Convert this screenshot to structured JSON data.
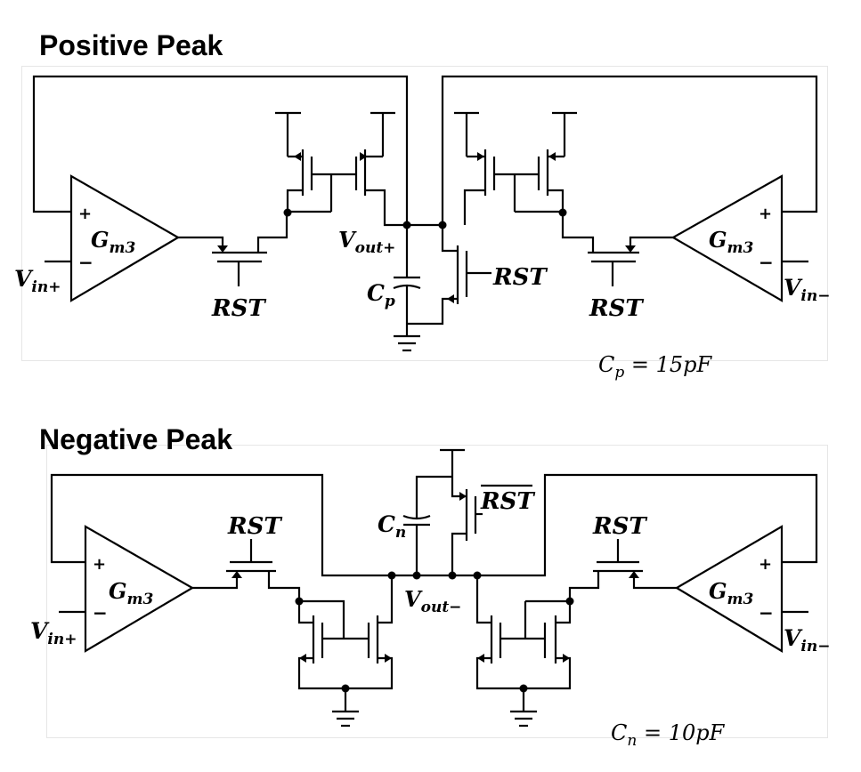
{
  "positive": {
    "title": "Positive Peak",
    "amp_left": {
      "label": "G",
      "sub": "m3",
      "plus": "+",
      "minus": "−"
    },
    "amp_right": {
      "label": "G",
      "sub": "m3",
      "plus": "+",
      "minus": "−"
    },
    "vin_plus": {
      "main": "V",
      "sub": "in+"
    },
    "vin_minus": {
      "main": "V",
      "sub": "in−"
    },
    "rst_left": "RST",
    "rst_right": "RST",
    "rst_mid": "RST",
    "vout": {
      "main": "V",
      "sub": "out+"
    },
    "cap": {
      "main": "C",
      "sub": "p"
    },
    "cap_value": {
      "main": "C",
      "sub": "p",
      "rest": " = 15pF"
    }
  },
  "negative": {
    "title": "Negative Peak",
    "amp_left": {
      "label": "G",
      "sub": "m3",
      "plus": "+",
      "minus": "−"
    },
    "amp_right": {
      "label": "G",
      "sub": "m3",
      "plus": "+",
      "minus": "−"
    },
    "vin_plus": {
      "main": "V",
      "sub": "in+"
    },
    "vin_minus": {
      "main": "V",
      "sub": "in−"
    },
    "rst_left": "RST",
    "rst_right": "RST",
    "rst_bar": "RST",
    "vout": {
      "main": "V",
      "sub": "out−"
    },
    "cap": {
      "main": "C",
      "sub": "n"
    },
    "cap_value": {
      "main": "C",
      "sub": "n",
      "rest": " = 10pF"
    }
  }
}
